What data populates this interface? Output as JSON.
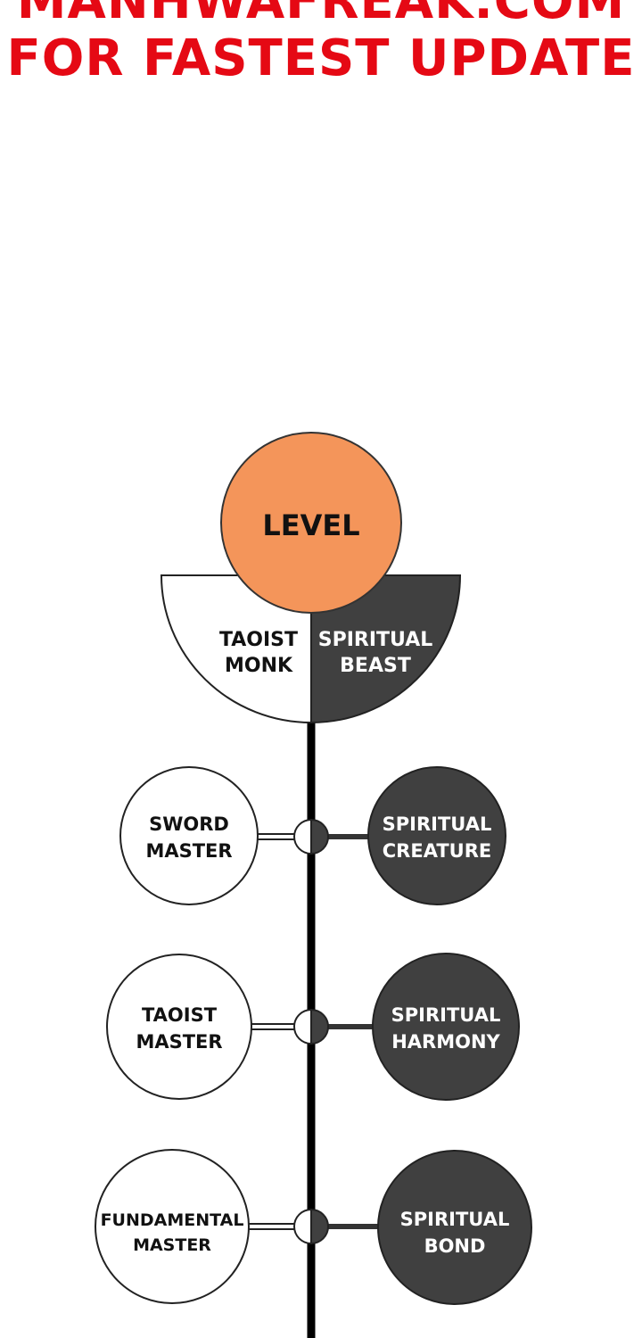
{
  "banner": {
    "line1": "MANHWAFREAK.COM",
    "line2": "FOR FASTEST UPDATE",
    "color": "#e50914"
  },
  "diagram": {
    "title": "LEVEL",
    "left_header": [
      "TAOIST",
      "MONK"
    ],
    "right_header": [
      "SPIRITUAL",
      "BEAST"
    ],
    "left_levels": [
      [
        "SWORD",
        "MASTER"
      ],
      [
        "TAOIST",
        "MASTER"
      ],
      [
        "FUNDAMENTAL",
        "MASTER"
      ]
    ],
    "right_levels": [
      [
        "SPIRITUAL",
        "CREATURE"
      ],
      [
        "SPIRITUAL",
        "HARMONY"
      ],
      [
        "SPIRITUAL",
        "BOND"
      ]
    ],
    "colors": {
      "title_circle": "#f4955a",
      "dark": "#404040",
      "light": "#ffffff",
      "line": "#000000"
    }
  }
}
